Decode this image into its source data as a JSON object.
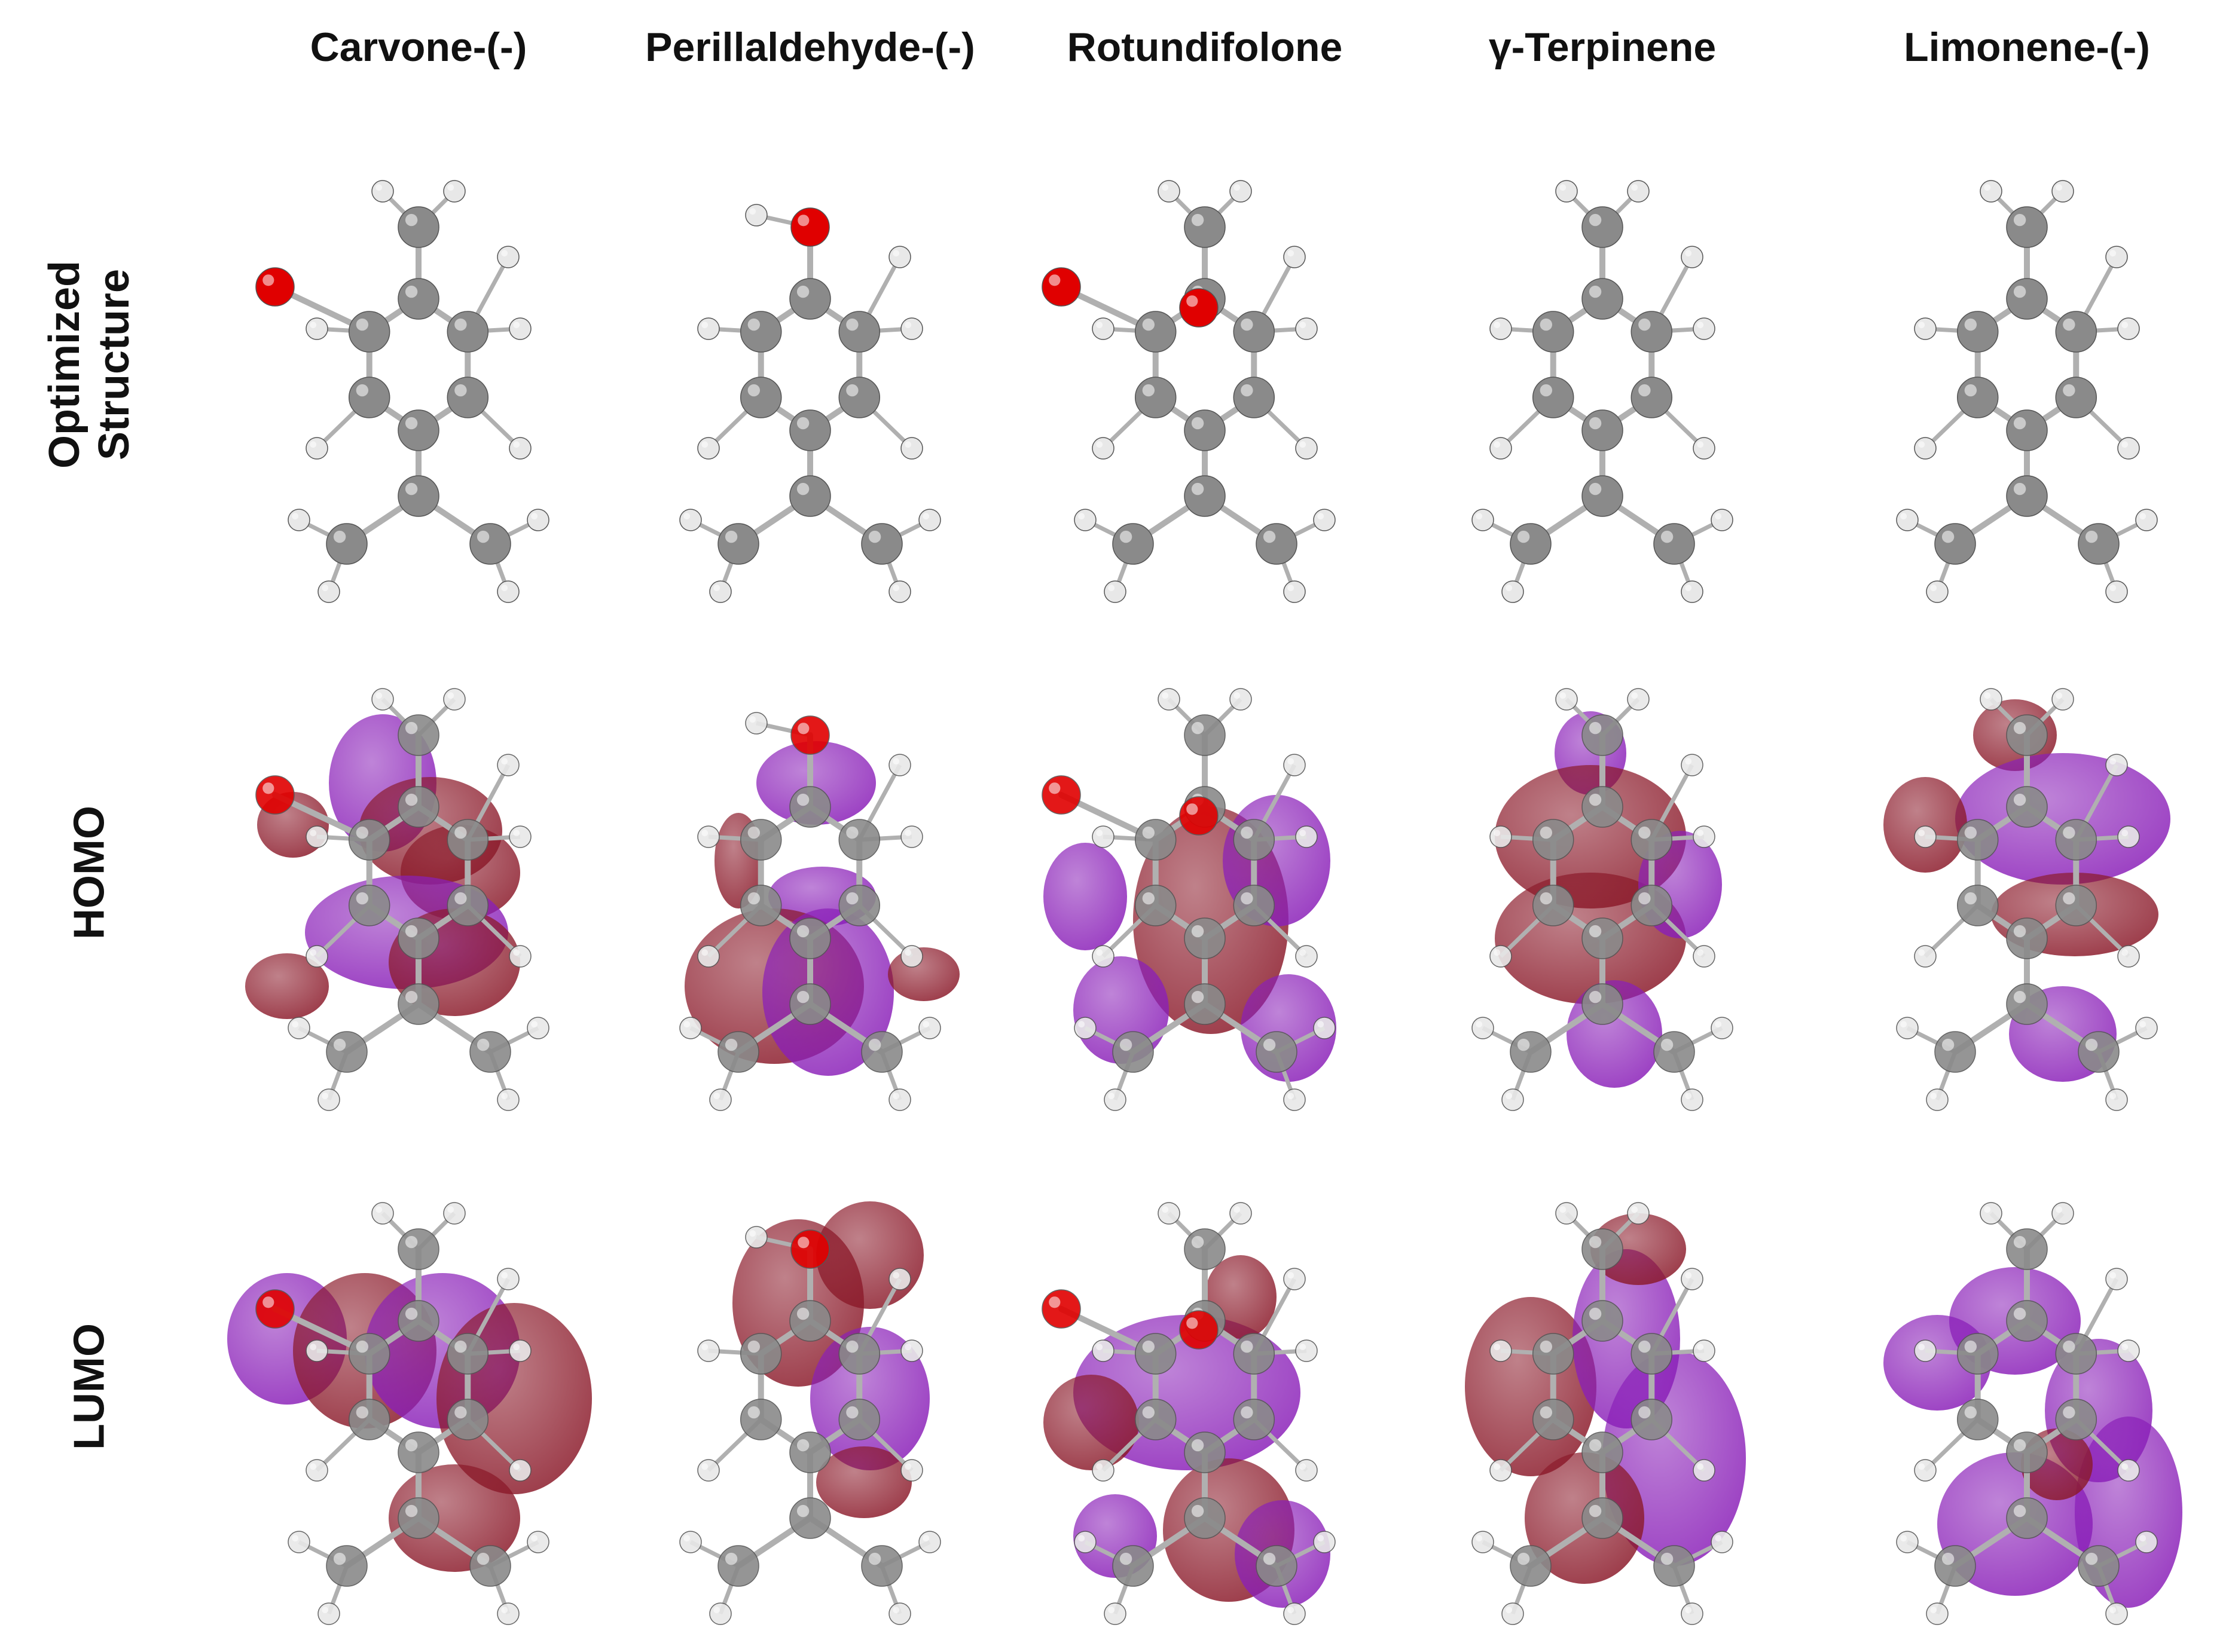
{
  "columns": [
    "Carvone-(-)",
    "Perillaldehyde-(-)",
    "Rotundifolone",
    "γ-Terpinene",
    "Limonene-(-)"
  ],
  "rows": [
    {
      "label_line1": "Optimized",
      "label_line2": "Structure",
      "kind": "structure"
    },
    {
      "label_line1": "HOMO",
      "label_line2": "",
      "kind": "homo"
    },
    {
      "label_line1": "LUMO",
      "label_line2": "",
      "kind": "lumo"
    }
  ],
  "colors": {
    "carbon": "#8a8a8a",
    "hydrogen": "#e8e8e8",
    "oxygen": "#e00000",
    "bond": "#b0b0b0",
    "orbital_positive": "#8b1a2a",
    "orbital_negative": "#8a1fb8"
  }
}
